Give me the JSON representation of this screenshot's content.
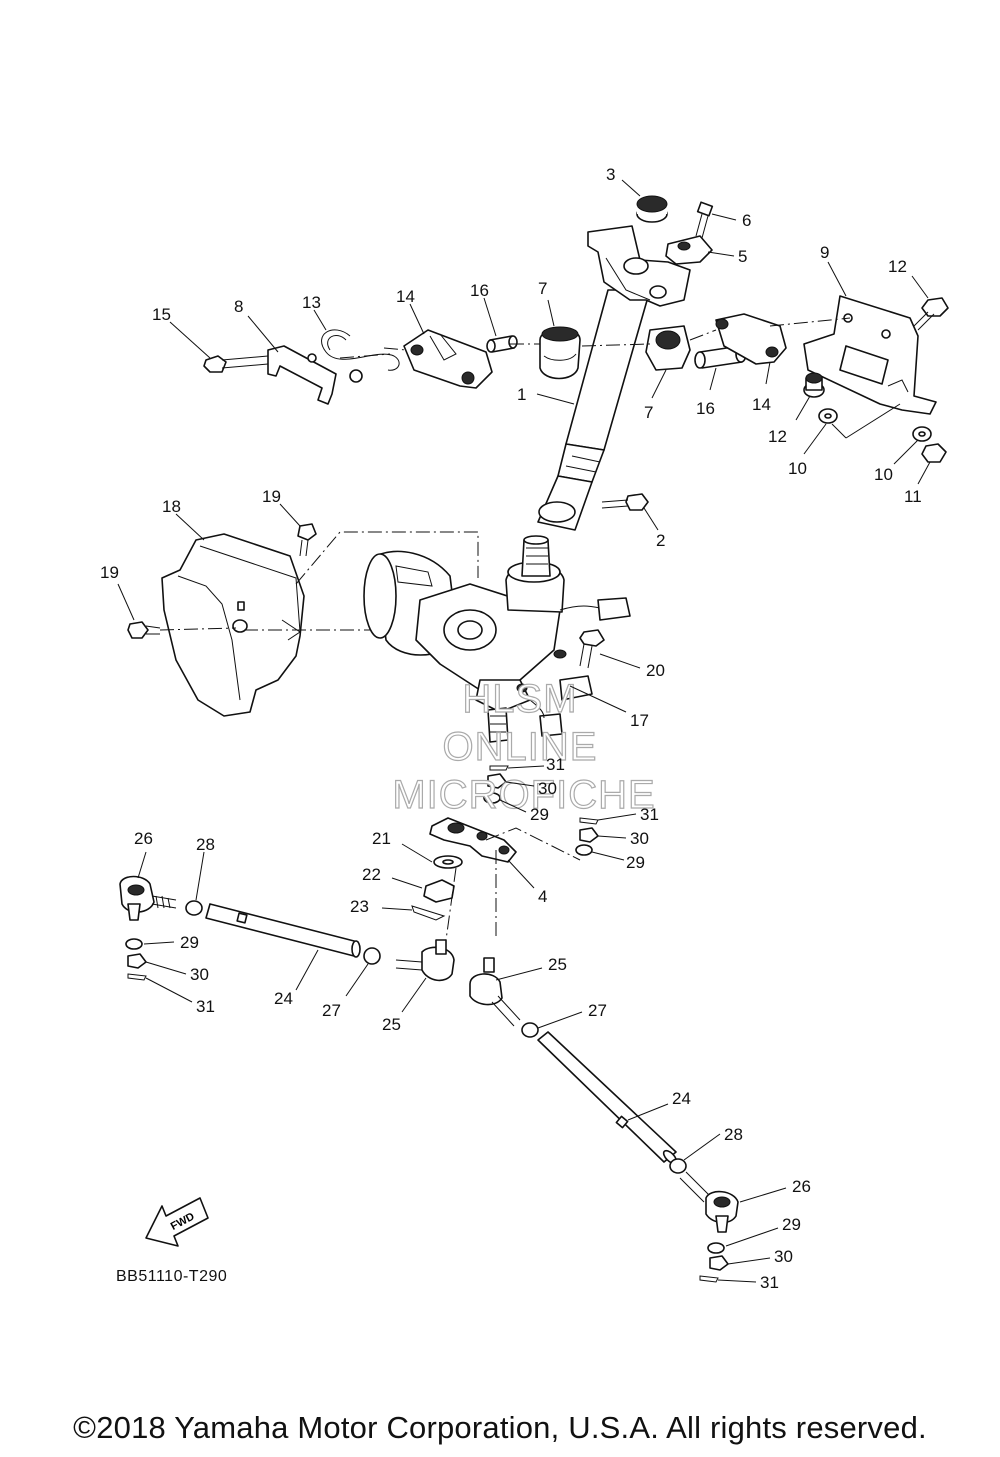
{
  "diagram_code": "BB51110-T290",
  "copyright": "©2018 Yamaha Motor Corporation, U.S.A. All rights reserved.",
  "fwd_label": "FWD",
  "watermark": {
    "line1": "HLSM",
    "line2": "ONLINE",
    "line3": "MICROFICHE"
  },
  "callouts": [
    "1",
    "2",
    "3",
    "4",
    "5",
    "6",
    "7",
    "7",
    "8",
    "9",
    "10",
    "10",
    "11",
    "12",
    "12",
    "13",
    "14",
    "14",
    "15",
    "16",
    "16",
    "17",
    "18",
    "19",
    "19",
    "20",
    "21",
    "22",
    "23",
    "24",
    "24",
    "25",
    "25",
    "26",
    "26",
    "27",
    "27",
    "28",
    "28",
    "29",
    "29",
    "29",
    "29",
    "30",
    "30",
    "30",
    "30",
    "31",
    "31",
    "31",
    "31"
  ],
  "icons": {
    "fwd_arrow": "fwd-arrow-icon"
  }
}
